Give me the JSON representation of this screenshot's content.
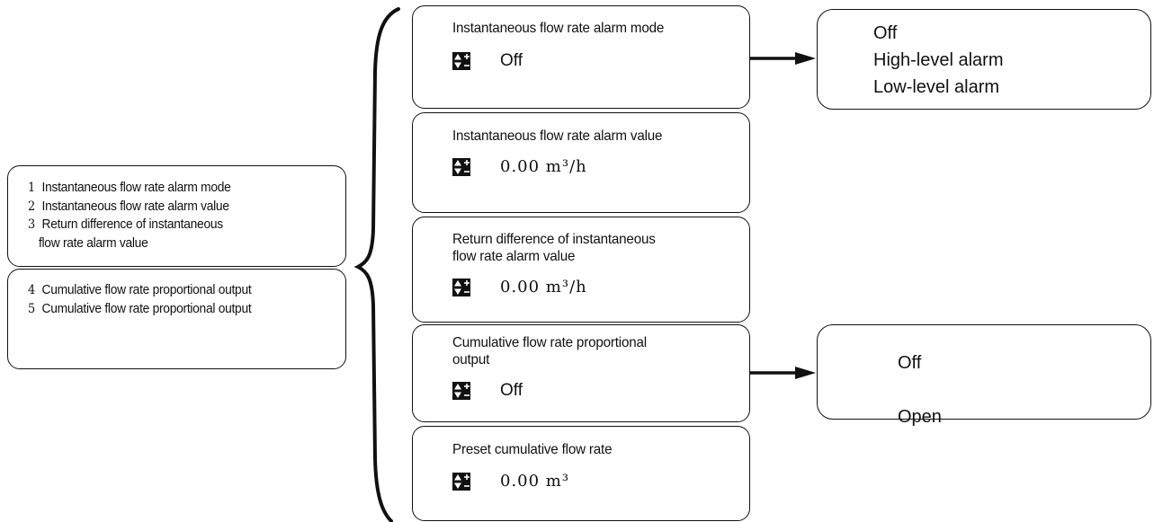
{
  "menu_groups": [
    {
      "items": [
        {
          "num": "1",
          "text": "Instantaneous flow rate alarm mode"
        },
        {
          "num": "2",
          "text": "Instantaneous flow rate alarm value"
        },
        {
          "num": "3",
          "text": "Return difference of instantaneous"
        }
      ],
      "continuation": "flow rate alarm value"
    },
    {
      "items": [
        {
          "num": "4",
          "text": "Cumulative flow rate proportional output"
        },
        {
          "num": "5",
          "text": "Cumulative flow rate proportional output"
        }
      ]
    }
  ],
  "parameters": [
    {
      "title_lines": [
        "Instantaneous flow rate alarm mode"
      ],
      "value": "Off"
    },
    {
      "title_lines": [
        "Instantaneous flow rate alarm value"
      ],
      "value": "0.00 m³/h"
    },
    {
      "title_lines": [
        "Return difference of instantaneous",
        "flow rate alarm value"
      ],
      "value": "0.00 m³/h"
    },
    {
      "title_lines": [
        "Cumulative flow rate proportional",
        "output"
      ],
      "value": "Off"
    },
    {
      "title_lines": [
        "Preset cumulative flow rate"
      ],
      "value": "0.00 m³"
    }
  ],
  "options": {
    "alarm_mode": [
      "Off",
      "High-level alarm",
      "Low-level alarm"
    ],
    "proportional_output": [
      "Off",
      "Open"
    ]
  },
  "icons": {
    "adjust": "up-down-plus-minus-icon",
    "arrow": "arrow-right-icon",
    "brace": "left-curly-brace"
  }
}
